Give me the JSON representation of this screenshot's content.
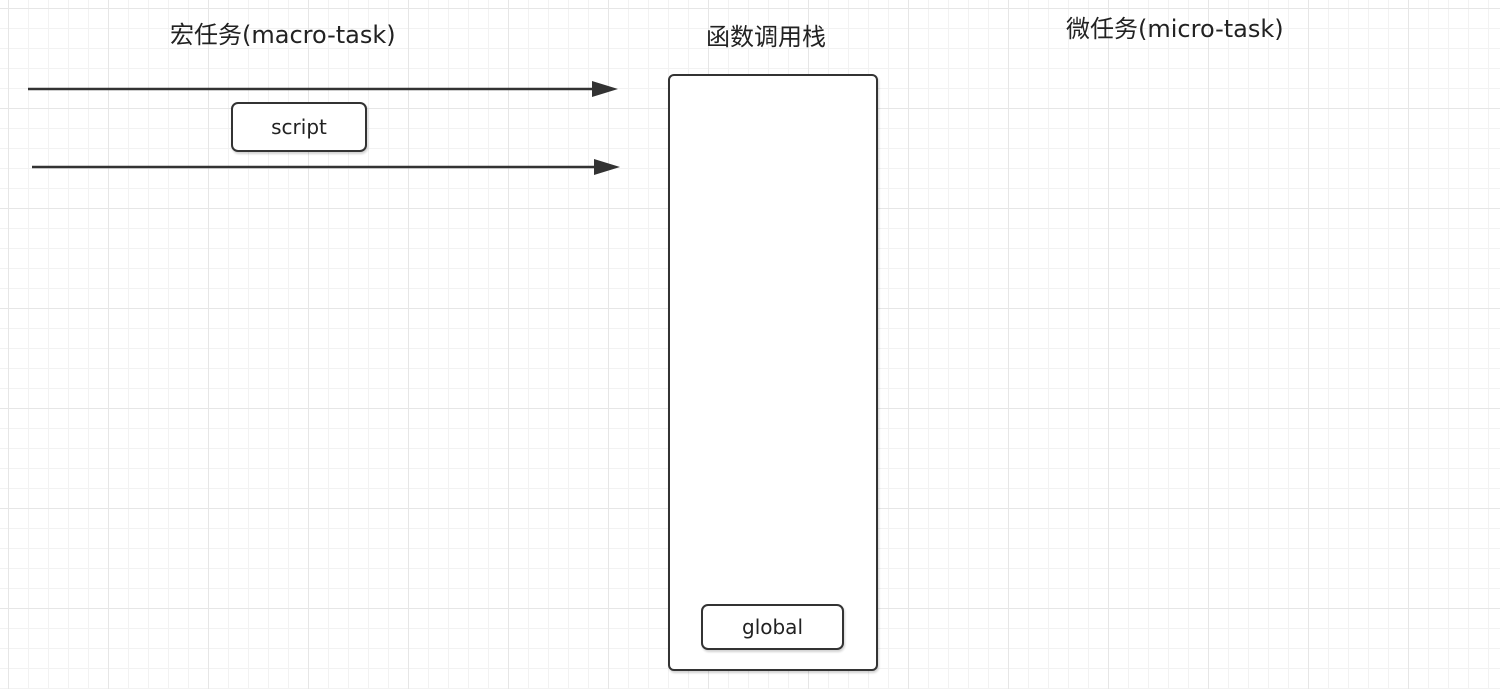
{
  "headings": {
    "macro_task": "宏任务(macro-task)",
    "call_stack": "函数调用栈",
    "micro_task": "微任务(micro-task)"
  },
  "macro_queue": {
    "items": [
      "script"
    ]
  },
  "call_stack": {
    "frames": [
      "global"
    ]
  },
  "colors": {
    "background": "#ffffff",
    "grid_major": "#e6e6e6",
    "grid_minor": "#f2f2f2",
    "stroke": "#333333",
    "text": "#222222"
  }
}
